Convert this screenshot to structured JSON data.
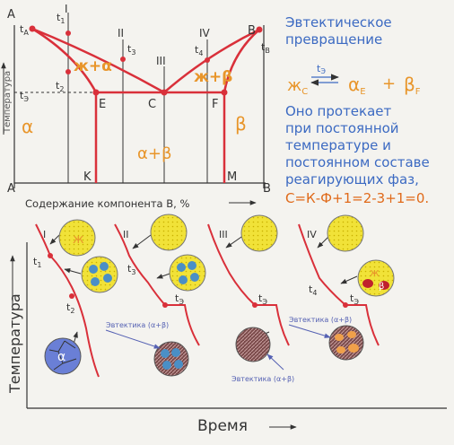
{
  "phase_diagram": {
    "axis_label_y": "Температура",
    "axis_label_x": "Содержание компонента В, %",
    "corner_a_top": "А",
    "corner_b_top": "В",
    "corner_a_bottom": "А",
    "corner_b_bottom": "В",
    "t_a": "t",
    "t_a_sub": "A",
    "t_b": "t",
    "t_b_sub": "B",
    "t_e": "t",
    "t_e_sub": "Э",
    "t1": "t",
    "t1_sub": "1",
    "t2": "t",
    "t2_sub": "2",
    "t3": "t",
    "t3_sub": "3",
    "t4": "t",
    "t4_sub": "4",
    "roman_1": "I",
    "roman_2": "II",
    "roman_3": "III",
    "roman_4": "IV",
    "point_e": "E",
    "point_c": "C",
    "point_f": "F",
    "point_k": "K",
    "point_m": "M",
    "region_alpha": "α",
    "region_beta": "β",
    "region_alpha_beta": "α+β",
    "region_liquid_alpha": "ж+α",
    "region_liquid_beta": "ж+β"
  },
  "reaction_panel": {
    "title_line1": "Эвтектическое",
    "title_line2": "превращение",
    "liquid": "ж",
    "liquid_sub": "C",
    "arrow_label": "t",
    "arrow_label_sub": "Э",
    "alpha": "α",
    "alpha_sub": "E",
    "plus": "+",
    "beta": "β",
    "beta_sub": "F",
    "desc_line1": "Оно протекает",
    "desc_line2": "при постоянной",
    "desc_line3": "температуре и",
    "desc_line4": "постоянном составе",
    "desc_line5": "реагирующих фаз,",
    "formula": "С=К-Ф+1=2-3+1=0."
  },
  "cooling_curves": {
    "axis_label_y": "Температура",
    "axis_label_x": "Время",
    "roman_1": "I",
    "roman_2": "II",
    "roman_3": "III",
    "roman_4": "IV",
    "t1": "t",
    "t1_sub": "1",
    "t2": "t",
    "t2_sub": "2",
    "t3": "t",
    "t3_sub": "3",
    "t4": "t",
    "t4_sub": "4",
    "te_a": "t",
    "te_a_sub": "Э",
    "te_b": "t",
    "te_b_sub": "Э",
    "te_c": "t",
    "te_c_sub": "Э",
    "eutectic_label_1": "Эвтектика (α+β)",
    "eutectic_label_2": "Эвтектика (α+β)",
    "eutectic_label_3": "Эвтектика (α+β)",
    "liquid_symbol": "ж",
    "alpha_symbol": "α",
    "beta_symbol": "β"
  },
  "colors": {
    "red_line": "#d9303a",
    "blue_text": "#3c6ac2",
    "orange_text": "#e8952a",
    "liquid_yellow": "#f1e238",
    "alpha_blue": "#6a7fd6",
    "beta_orange": "#f0a04a"
  }
}
